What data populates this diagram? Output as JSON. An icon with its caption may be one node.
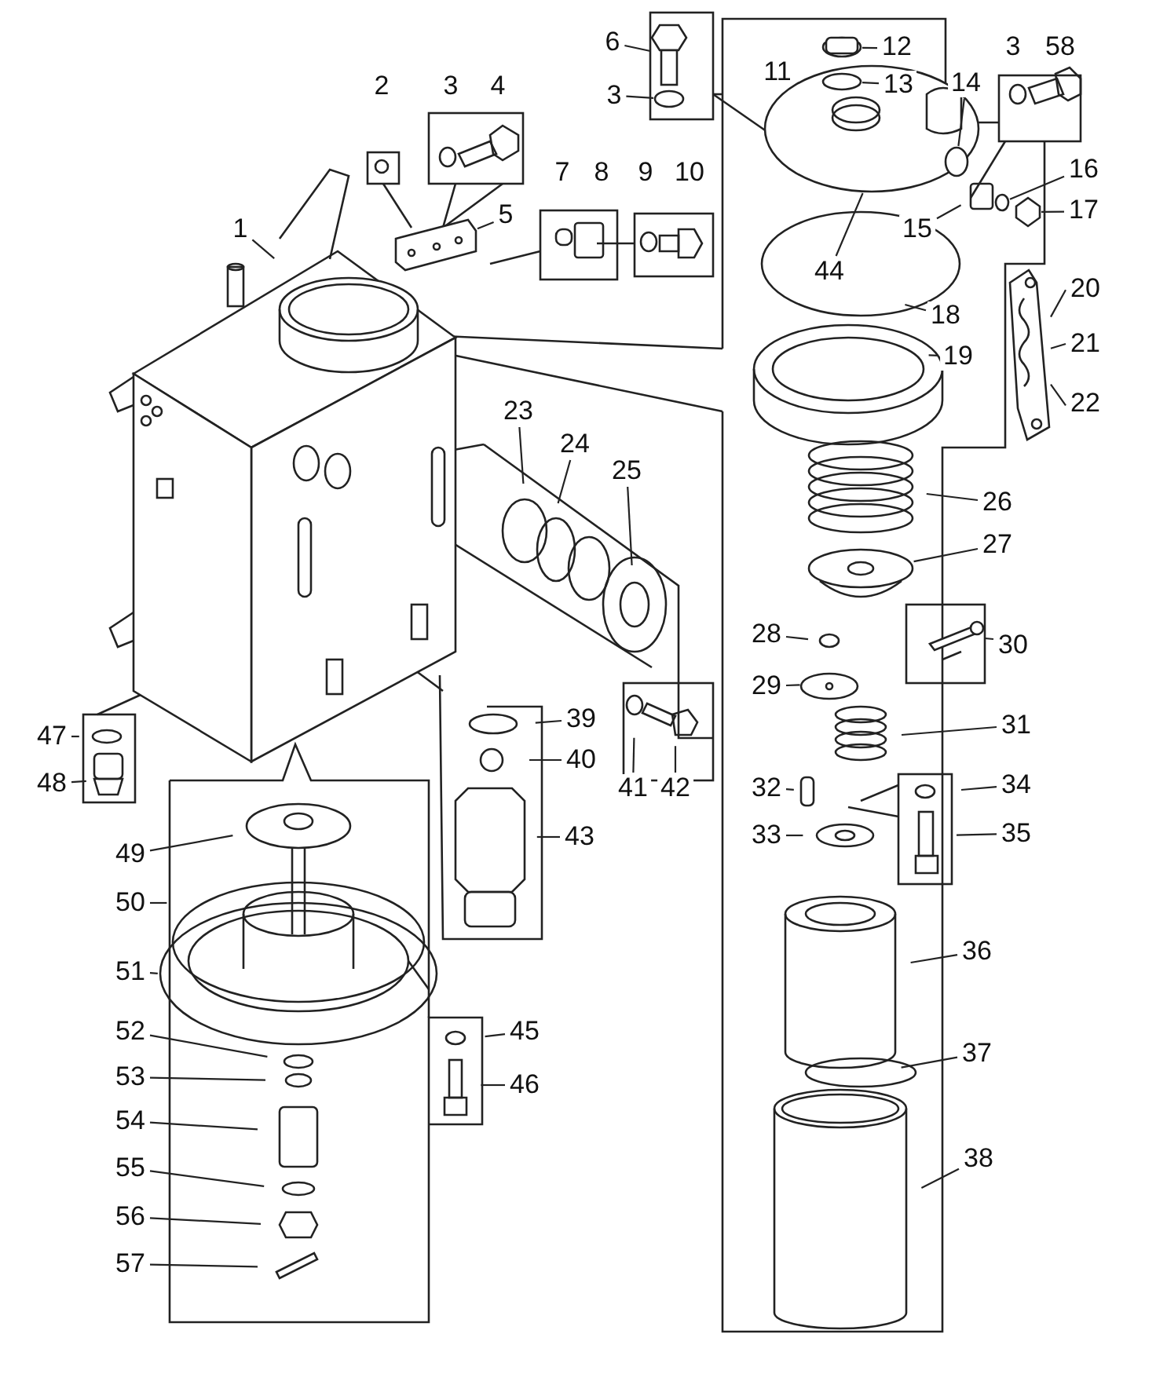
{
  "diagram": {
    "nodes": [
      {
        "text": [
          "6"
        ]
      },
      {
        "text": [
          "3"
        ]
      },
      {
        "text": [
          "12"
        ]
      },
      {
        "text": [
          "13"
        ]
      },
      {
        "text": [
          "14"
        ]
      },
      {
        "text": [
          "16"
        ]
      },
      {
        "text": [
          "17"
        ]
      },
      {
        "text": [
          "15"
        ]
      },
      {
        "text": [
          "1"
        ]
      },
      {
        "text": [
          "5"
        ]
      },
      {
        "text": [
          "44"
        ]
      },
      {
        "text": [
          "20"
        ]
      },
      {
        "text": [
          "18"
        ]
      },
      {
        "text": [
          "21"
        ]
      },
      {
        "text": [
          "19"
        ]
      },
      {
        "text": [
          "22"
        ]
      },
      {
        "text": [
          "23"
        ]
      },
      {
        "text": [
          "24"
        ]
      },
      {
        "text": [
          "25"
        ]
      },
      {
        "text": [
          "26"
        ]
      },
      {
        "text": [
          "27"
        ]
      },
      {
        "text": [
          "28"
        ]
      },
      {
        "text": [
          "30"
        ]
      },
      {
        "text": [
          "29"
        ]
      },
      {
        "text": [
          "39"
        ]
      },
      {
        "text": [
          "31"
        ]
      },
      {
        "text": [
          "47"
        ]
      },
      {
        "text": [
          "40"
        ]
      },
      {
        "text": [
          "48"
        ]
      },
      {
        "text": [
          "34"
        ]
      },
      {
        "text": [
          "41"
        ]
      },
      {
        "text": [
          "42"
        ]
      },
      {
        "text": [
          "32"
        ]
      },
      {
        "text": [
          "33"
        ]
      },
      {
        "text": [
          "35"
        ]
      },
      {
        "text": [
          "43"
        ]
      },
      {
        "text": [
          "49"
        ]
      },
      {
        "text": [
          "50"
        ]
      },
      {
        "text": [
          "36"
        ]
      },
      {
        "text": [
          "51"
        ]
      },
      {
        "text": [
          "45"
        ]
      },
      {
        "text": [
          "52"
        ]
      },
      {
        "text": [
          "37"
        ]
      },
      {
        "text": [
          "53"
        ]
      },
      {
        "text": [
          "46"
        ]
      },
      {
        "text": [
          "54"
        ]
      },
      {
        "text": [
          "38"
        ]
      },
      {
        "text": [
          "55"
        ]
      },
      {
        "text": [
          "56"
        ]
      },
      {
        "text": [
          "57"
        ]
      },
      {
        "text": [],
        "shape": "picture"
      },
      {
        "text": [],
        "shape": "picture"
      },
      {
        "text": [],
        "shape": "circle"
      },
      {
        "text": [],
        "shape": "circle"
      },
      {
        "text": [],
        "shape": "circle"
      },
      {
        "text": [],
        "shape": "hexagon"
      },
      {
        "text": [],
        "shape": "picture"
      },
      {
        "text": [],
        "shape": "picture"
      },
      {
        "text": [],
        "shape": "picture"
      },
      {
        "text": [],
        "shape": "circle"
      }
    ],
    "edges": [
      {
        "from": 0,
        "to": 50,
        "arrow": "none"
      },
      {
        "from": 1,
        "to": 59,
        "arrow": "none"
      },
      {
        "from": 2,
        "to": 51,
        "arrow": "none"
      },
      {
        "from": 3,
        "to": 52,
        "arrow": "none"
      },
      {
        "from": 4,
        "to": 53,
        "arrow": "none"
      },
      {
        "from": 5,
        "to": 54,
        "arrow": "none"
      },
      {
        "from": 6,
        "to": 55,
        "arrow": "none"
      },
      {
        "from": 7,
        "to": null,
        "arrow": "none"
      },
      {
        "from": 8,
        "to": null,
        "arrow": "none"
      },
      {
        "from": 9,
        "to": 56,
        "arrow": "none"
      },
      {
        "from": 10,
        "to": null,
        "arrow": "none"
      },
      {
        "from": 11,
        "to": 57,
        "arrow": "none"
      },
      {
        "from": 12,
        "to": null,
        "arrow": "none"
      },
      {
        "from": 13,
        "to": 57,
        "arrow": "none"
      },
      {
        "from": 14,
        "to": null,
        "arrow": "none"
      },
      {
        "from": 15,
        "to": 57,
        "arrow": "none"
      },
      {
        "from": 16,
        "to": null,
        "arrow": "none"
      },
      {
        "from": 17,
        "to": null,
        "arrow": "none"
      },
      {
        "from": 18,
        "to": null,
        "arrow": "none"
      },
      {
        "from": 19,
        "to": null,
        "arrow": "none"
      },
      {
        "from": 20,
        "to": null,
        "arrow": "none"
      },
      {
        "from": 21,
        "to": null,
        "arrow": "none"
      },
      {
        "from": 22,
        "to": 58,
        "arrow": "none"
      },
      {
        "from": 23,
        "to": null,
        "arrow": "none"
      },
      {
        "from": 24,
        "to": null,
        "arrow": "none"
      },
      {
        "from": 25,
        "to": null,
        "arrow": "none"
      },
      {
        "from": 26,
        "to": null,
        "arrow": "none"
      },
      {
        "from": 27,
        "to": null,
        "arrow": "none"
      },
      {
        "from": 28,
        "to": null,
        "arrow": "none"
      },
      {
        "from": 29,
        "to": null,
        "arrow": "none"
      },
      {
        "from": 30,
        "to": null,
        "arrow": "none"
      },
      {
        "from": 31,
        "to": null,
        "arrow": "none"
      },
      {
        "from": 32,
        "to": null,
        "arrow": "none"
      },
      {
        "from": 33,
        "to": null,
        "arrow": "none"
      },
      {
        "from": 34,
        "to": null,
        "arrow": "none"
      },
      {
        "from": 35,
        "to": null,
        "arrow": "none"
      },
      {
        "from": 36,
        "to": null,
        "arrow": "none"
      },
      {
        "from": 37,
        "to": null,
        "arrow": "none"
      },
      {
        "from": 38,
        "to": null,
        "arrow": "none"
      },
      {
        "from": 39,
        "to": null,
        "arrow": "none"
      },
      {
        "from": 40,
        "to": null,
        "arrow": "none"
      },
      {
        "from": 41,
        "to": null,
        "arrow": "none"
      },
      {
        "from": 42,
        "to": null,
        "arrow": "none"
      },
      {
        "from": 43,
        "to": null,
        "arrow": "none"
      },
      {
        "from": 44,
        "to": null,
        "arrow": "none"
      },
      {
        "from": 45,
        "to": null,
        "arrow": "none"
      },
      {
        "from": 46,
        "to": null,
        "arrow": "none"
      },
      {
        "from": 47,
        "to": null,
        "arrow": "none"
      },
      {
        "from": 48,
        "to": null,
        "arrow": "none"
      },
      {
        "from": 49,
        "to": null,
        "arrow": "none"
      }
    ],
    "labels": [
      "2",
      "3",
      "4",
      "11",
      "3",
      "58",
      "7",
      "8",
      "9",
      "10"
    ]
  }
}
